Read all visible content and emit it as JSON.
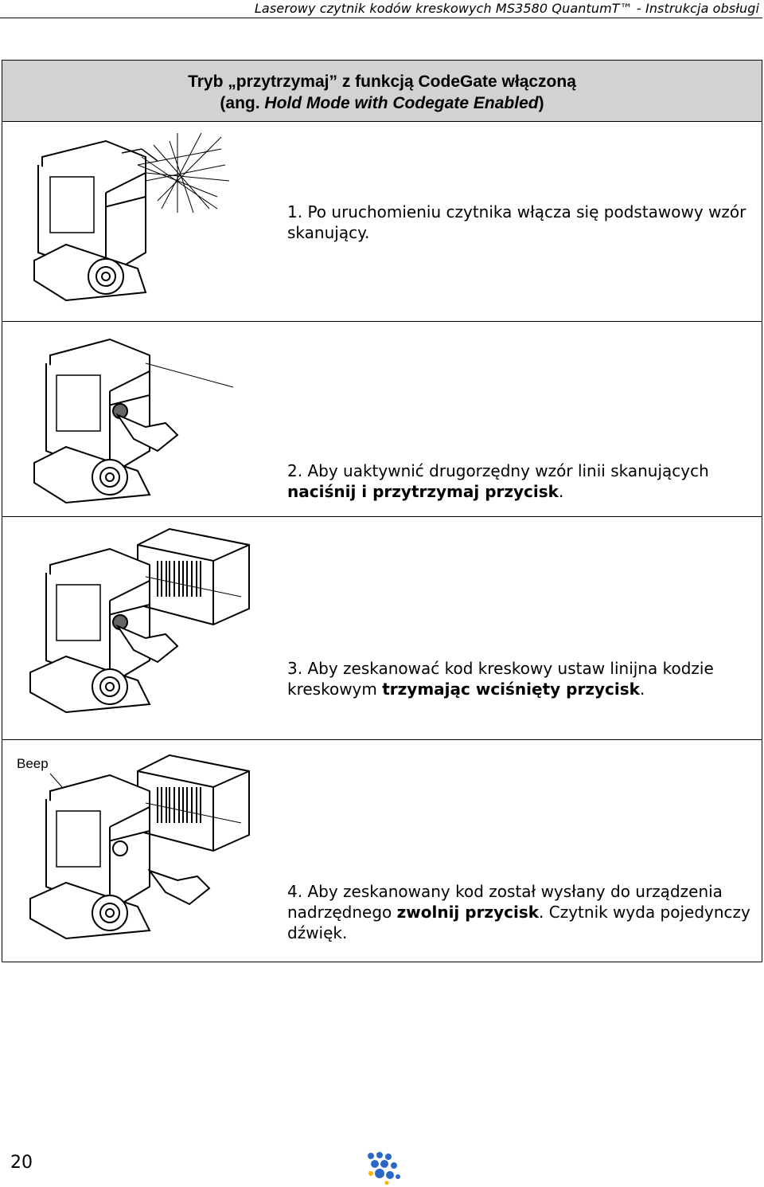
{
  "header": {
    "running_title": "Laserowy czytnik kodów kreskowych MS3580 QuantumT™ - Instrukcja obsługi"
  },
  "section": {
    "title_line1": "Tryb „przytrzymaj” z funkcją CodeGate włączoną",
    "title_line2_open": "(ang. ",
    "title_line2_italic": "Hold Mode with Codegate Enabled",
    "title_line2_close": ")"
  },
  "steps": [
    {
      "num": "1.",
      "text_plain": "Po uruchomieniu czytnika włącza się podstawowy wzór skanujący.",
      "text_bold": "",
      "text_tail": ""
    },
    {
      "num": "2.",
      "text_plain": "Aby uaktywnić drugorzędny wzór linii skanujących",
      "text_bold": "naciśnij i przytrzymaj przycisk",
      "text_tail": "."
    },
    {
      "num": "3.",
      "text_plain": "Aby zeskanować kod kreskowy ustaw linijna kodzie kreskowym",
      "text_bold": "trzymając wciśnięty przycisk",
      "text_tail": "."
    },
    {
      "num": "4.",
      "text_plain": "Aby zeskanowany kod został wysłany do urządzenia nadrzędnego",
      "text_bold": "zwolnij przycisk",
      "text_tail": ". Czytnik wyda pojedynczy dźwięk."
    }
  ],
  "illustration": {
    "beep_label": "Beep"
  },
  "footer": {
    "page_number": "20"
  }
}
